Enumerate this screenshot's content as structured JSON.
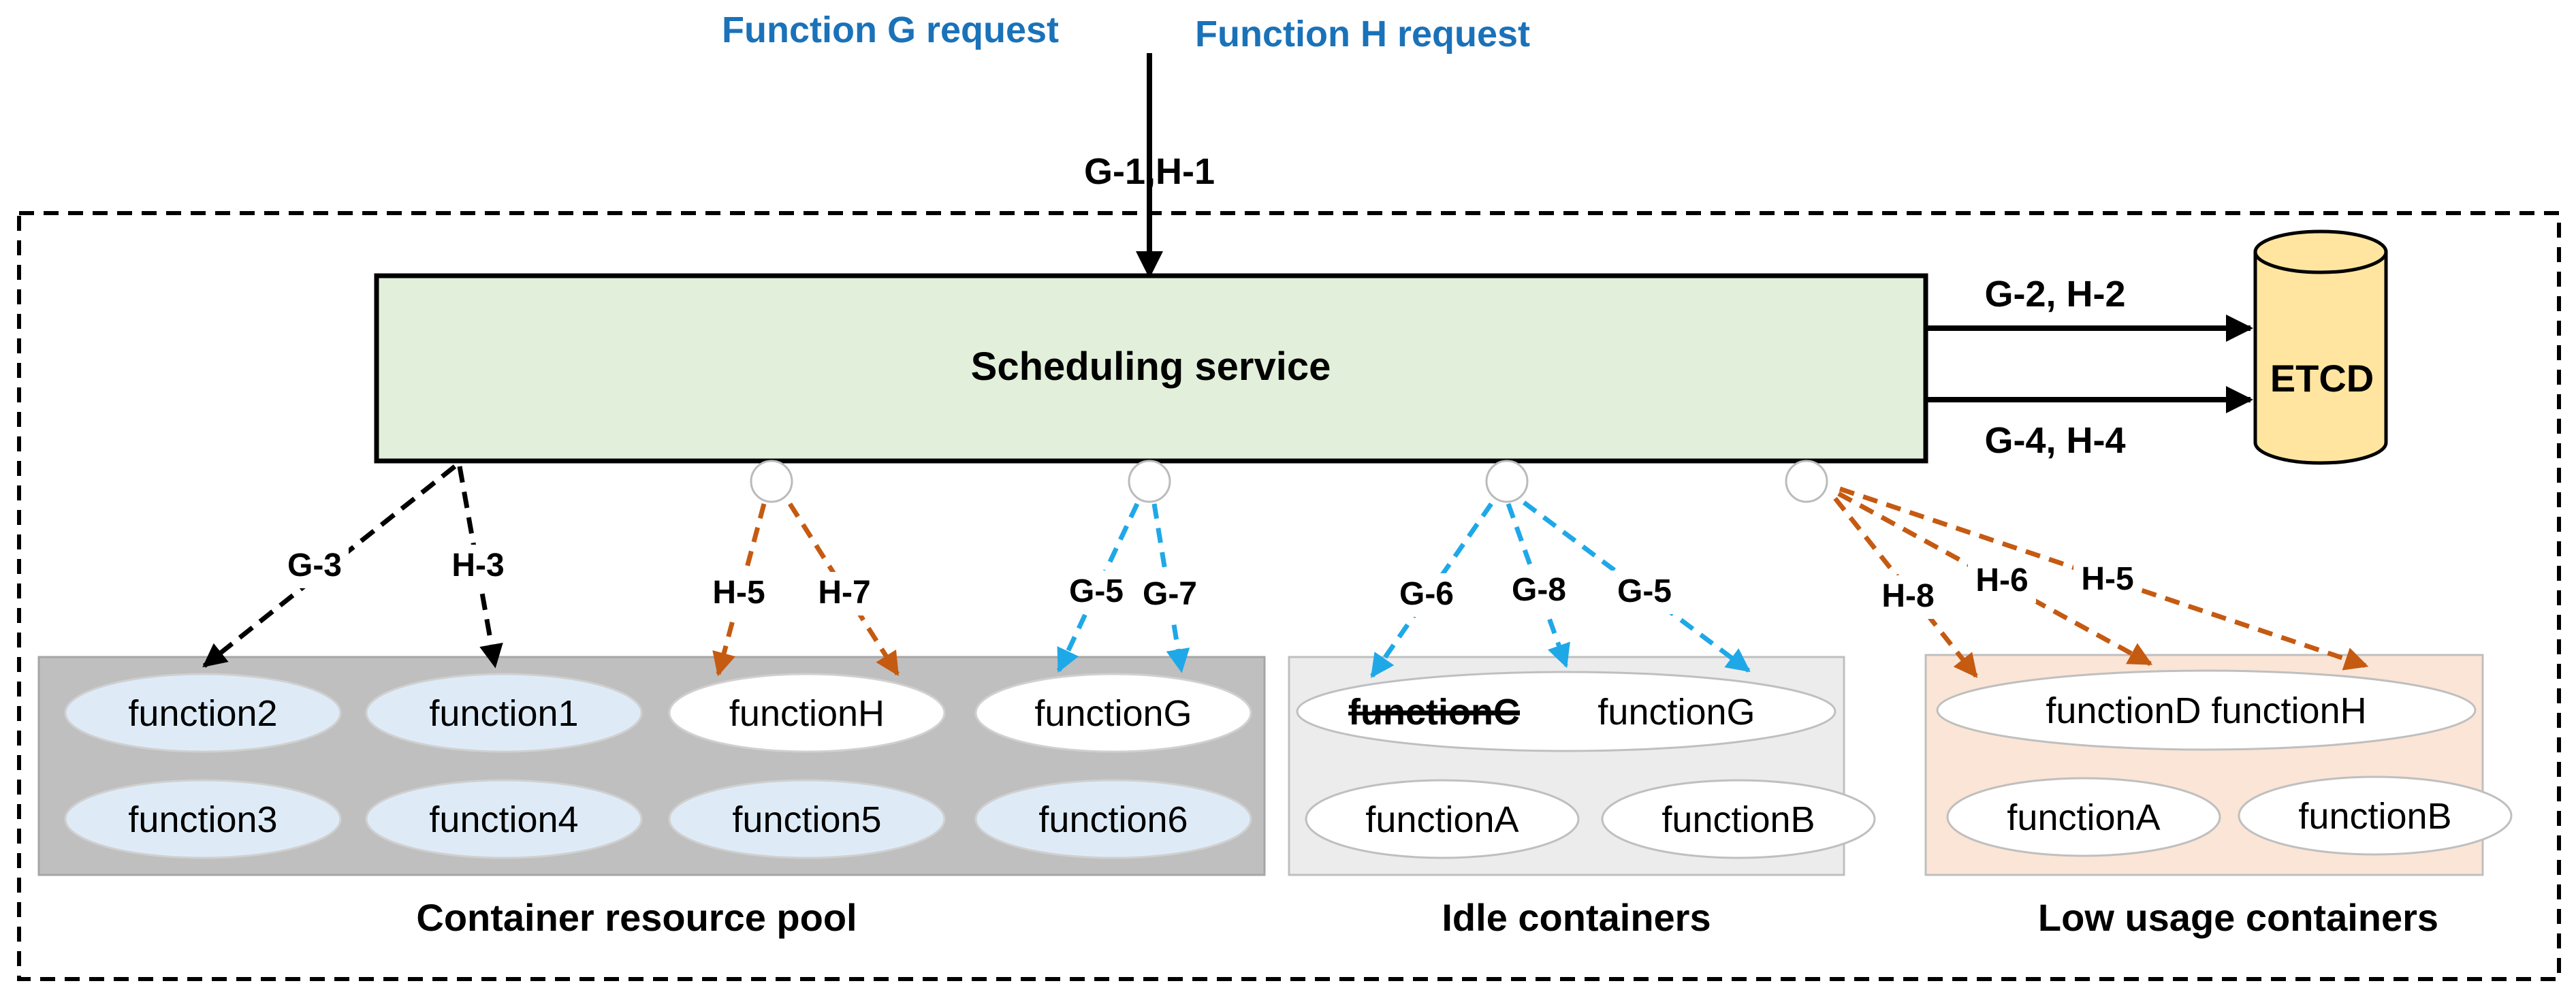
{
  "requests": {
    "g": "Function G request",
    "h": "Function H request",
    "incoming": "G-1,H-1"
  },
  "scheduler": {
    "label": "Scheduling service"
  },
  "etcd": {
    "label": "ETCD",
    "arrow_top": "G-2, H-2",
    "arrow_bottom": "G-4, H-4"
  },
  "pool": {
    "label": "Container resource pool",
    "items": [
      "function2",
      "function1",
      "functionH",
      "functionG",
      "function3",
      "function4",
      "function5",
      "function6"
    ]
  },
  "idle": {
    "label": "Idle containers",
    "struck": "functionC",
    "top_item": "functionG",
    "items": [
      "functionA",
      "functionB"
    ]
  },
  "low": {
    "label": "Low usage containers",
    "top_item": "functionD functionH",
    "items": [
      "functionA",
      "functionB"
    ]
  },
  "edges": {
    "g3": "G-3",
    "h3": "H-3",
    "h5a": "H-5",
    "h7": "H-7",
    "g5a": "G-5",
    "g7": "G-7",
    "g6": "G-6",
    "g8": "G-8",
    "g5b": "G-5",
    "h8": "H-8",
    "h6": "H-6",
    "h5b": "H-5"
  },
  "colors": {
    "request_text": "#1a72b9",
    "scheduler_fill": "#e2efda",
    "etcd_fill": "#ffe5a0",
    "pool_fill": "#bfbfbf",
    "pool_item_fill": "#deebf7",
    "idle_fill": "#ececec",
    "low_fill": "#fbe5d6",
    "blue_arrow": "#1fa8e8",
    "orange_arrow": "#c55a11",
    "black_arrow": "#000000"
  }
}
